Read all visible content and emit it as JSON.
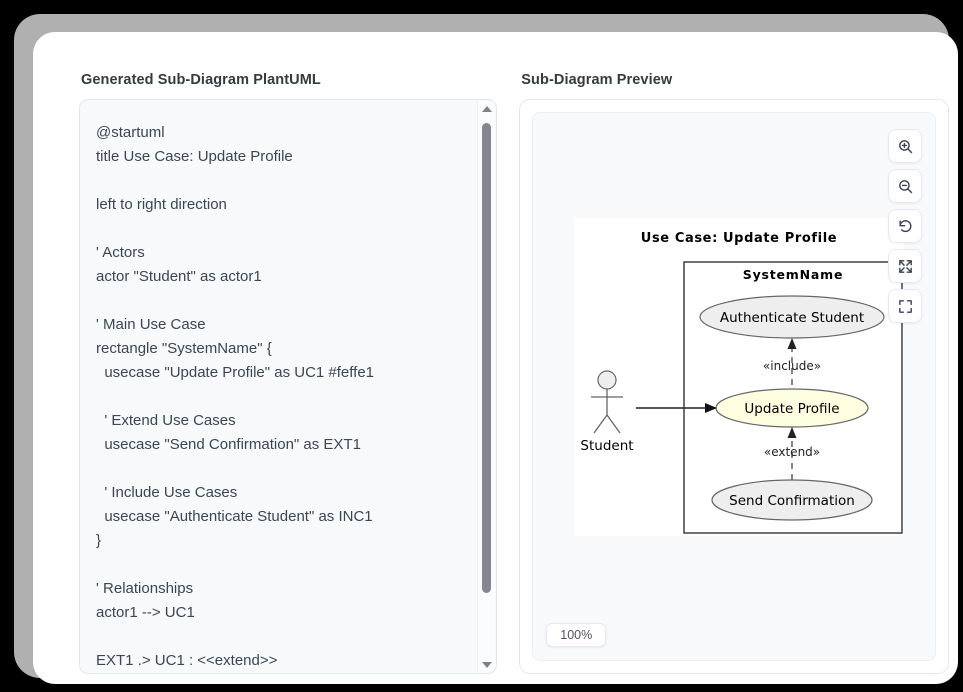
{
  "left_panel": {
    "heading": "Generated Sub-Diagram PlantUML",
    "code": "@startuml\ntitle Use Case: Update Profile\n\nleft to right direction\n\n' Actors\nactor \"Student\" as actor1\n\n' Main Use Case\nrectangle \"SystemName\" {\n  usecase \"Update Profile\" as UC1 #feffe1\n\n  ' Extend Use Cases\n  usecase \"Send Confirmation\" as EXT1\n\n  ' Include Use Cases\n  usecase \"Authenticate Student\" as INC1\n}\n\n' Relationships\nactor1 --> UC1\n\nEXT1 .> UC1 : <<extend>>"
  },
  "right_panel": {
    "heading": "Sub-Diagram Preview",
    "zoom_level": "100%",
    "toolbar": [
      {
        "name": "zoom-in-icon",
        "label": "Zoom In"
      },
      {
        "name": "zoom-out-icon",
        "label": "Zoom Out"
      },
      {
        "name": "reset-icon",
        "label": "Reset"
      },
      {
        "name": "fit-screen-icon",
        "label": "Fit to Screen"
      },
      {
        "name": "fullscreen-icon",
        "label": "Fullscreen"
      }
    ]
  },
  "diagram": {
    "title": "Use Case: Update Profile",
    "system_boundary": "SystemName",
    "actor": "Student",
    "use_cases": [
      {
        "id": "INC1",
        "label": "Authenticate Student",
        "fill": "#eeeeee"
      },
      {
        "id": "UC1",
        "label": "Update Profile",
        "fill": "#feffe1"
      },
      {
        "id": "EXT1",
        "label": "Send Confirmation",
        "fill": "#eeeeee"
      }
    ],
    "relationship_labels": {
      "include": "«include»",
      "extend": "«extend»"
    }
  }
}
